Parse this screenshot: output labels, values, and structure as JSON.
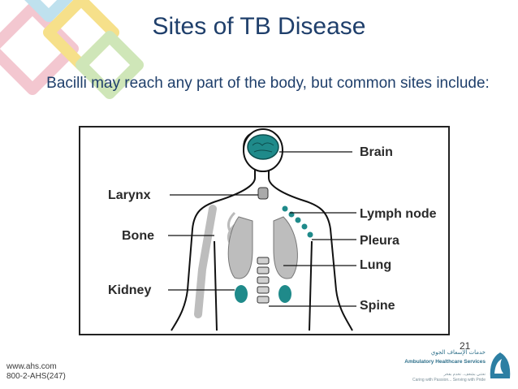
{
  "title": "Sites of TB Disease",
  "subtitle": "Bacilli may reach any part of the body, but common sites include:",
  "labels": {
    "brain": "Brain",
    "larynx": "Larynx",
    "lymph_node": "Lymph node",
    "bone": "Bone",
    "pleura": "Pleura",
    "lung": "Lung",
    "kidney": "Kidney",
    "spine": "Spine"
  },
  "page_number": "21",
  "footer": {
    "website": "www.ahs.com",
    "phone": "800-2-AHS(247)",
    "logo_arabic": "خدمات الإسعاف الجوي",
    "logo_name": "Ambulatory Healthcare Services",
    "logo_tagline_ar": "نعتني بشغف.. نخدم بفخر",
    "logo_tagline": "Caring with Passion... Serving with Pride"
  },
  "colors": {
    "title": "#1f3f6b",
    "organ_teal": "#1f8a8a",
    "organ_gray": "#bdbdbd"
  }
}
